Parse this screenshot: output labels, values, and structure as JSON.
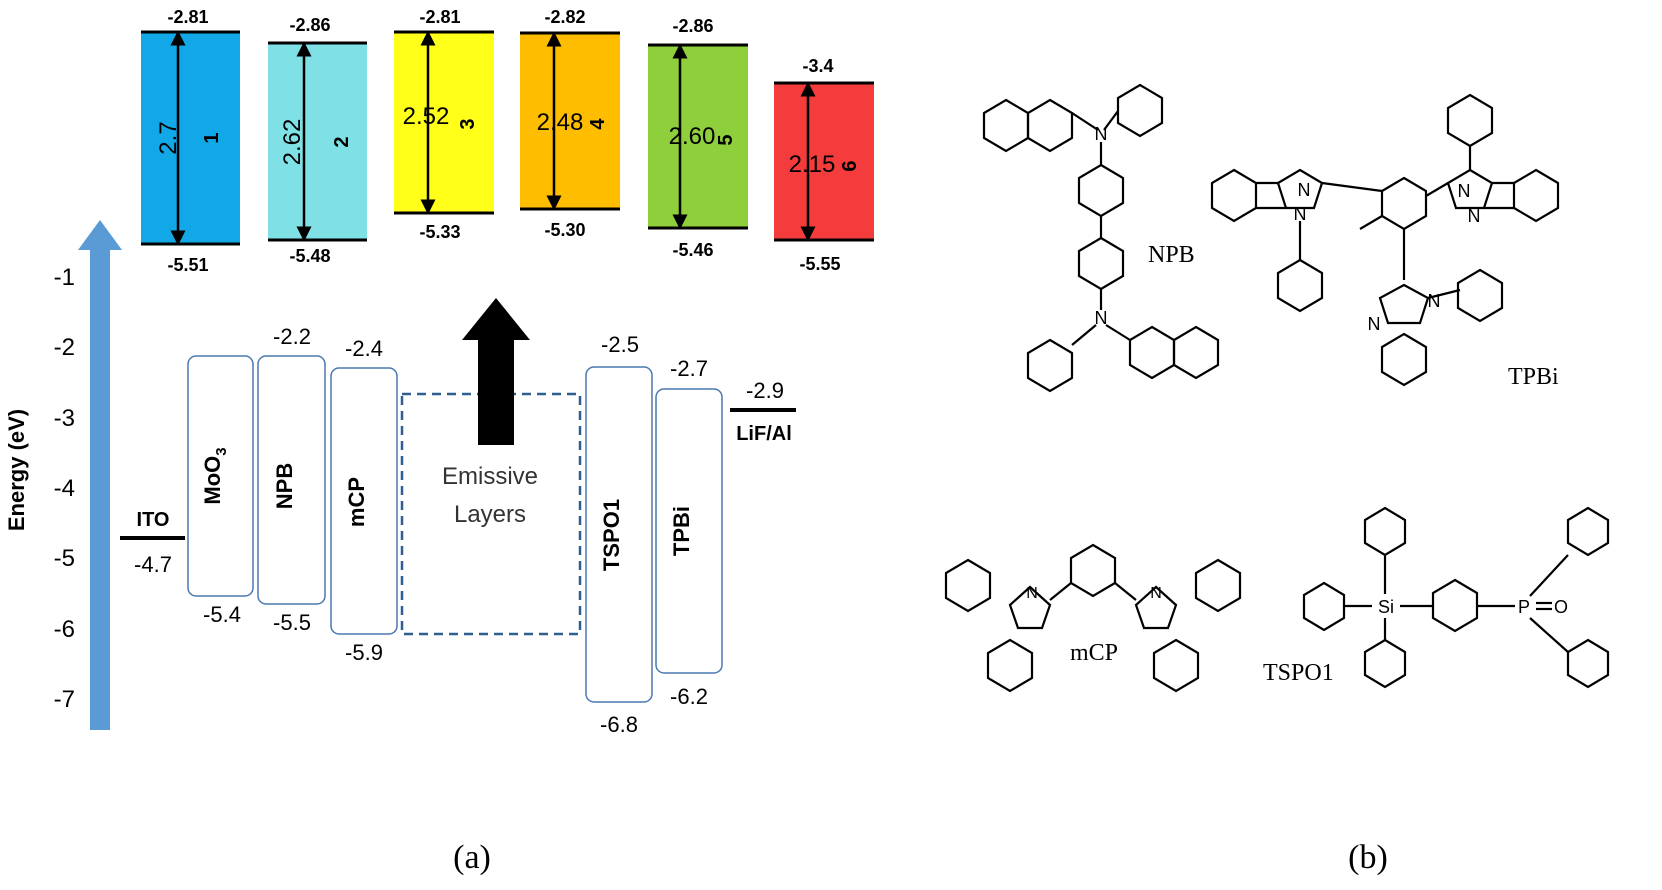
{
  "axis": {
    "label": "Energy (eV)",
    "ticks": [
      "-1",
      "-2",
      "-3",
      "-4",
      "-5",
      "-6",
      "-7"
    ],
    "tick_values": [
      -1,
      -2,
      -3,
      -4,
      -5,
      -6,
      -7
    ],
    "arrow_color": "#5b9bd5"
  },
  "electrodes": {
    "ito": {
      "label": "ITO",
      "level": "-4.7"
    },
    "cathode": {
      "label": "LiF/Al",
      "level": "-2.9"
    }
  },
  "layers": [
    {
      "name": "MoO",
      "sub": "3",
      "lumo": "-2.2",
      "homo": "-5.4"
    },
    {
      "name": "NPB",
      "lumo": "-2.2",
      "homo": "-5.5"
    },
    {
      "name": "mCP",
      "lumo": "-2.4",
      "homo": "-5.9"
    },
    {
      "name": "TSPO1",
      "lumo": "-2.5",
      "homo": "-6.8"
    },
    {
      "name": "TPBi",
      "lumo": "-2.7",
      "homo": "-6.2"
    }
  ],
  "emissive": {
    "line1": "Emissive",
    "line2": "Layers",
    "border_color": "#2f5f8f"
  },
  "emitters": [
    {
      "id": "1",
      "lumo": "-2.81",
      "homo": "-5.51",
      "gap": "2.7",
      "color": "#12a8e8"
    },
    {
      "id": "2",
      "lumo": "-2.86",
      "homo": "-5.48",
      "gap": "2.62",
      "color": "#7fe0e6"
    },
    {
      "id": "3",
      "lumo": "-2.81",
      "homo": "-5.33",
      "gap": "2.52",
      "color": "#ffff1a"
    },
    {
      "id": "4",
      "lumo": "-2.82",
      "homo": "-5.30",
      "gap": "2.48",
      "color": "#ffbd00"
    },
    {
      "id": "5",
      "lumo": "-2.86",
      "homo": "-5.46",
      "gap": "2.60",
      "color": "#8fcf3c"
    },
    {
      "id": "6",
      "lumo": "-3.4",
      "homo": "-5.55",
      "gap": "2.15",
      "color": "#f43c3c"
    }
  ],
  "molecules": {
    "npb": "NPB",
    "tpbi": "TPBi",
    "mcp": "mCP",
    "tspo1": "TSPO1"
  },
  "atoms": {
    "n": "N",
    "si": "Si",
    "p": "P",
    "o": "O"
  },
  "captions": {
    "a": "(a)",
    "b": "(b)"
  }
}
